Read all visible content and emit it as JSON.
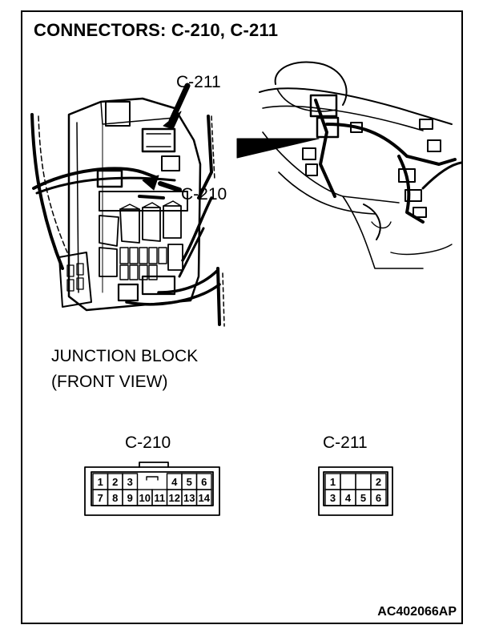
{
  "title": "CONNECTORS: C-210, C-211",
  "callouts": {
    "c211": "C-211",
    "c210": "C-210"
  },
  "caption": {
    "line1": "JUNCTION BLOCK",
    "line2": "(FRONT VIEW)"
  },
  "connectors": {
    "c210": {
      "label": "C-210",
      "top_row": [
        "1",
        "2",
        "3",
        "",
        "",
        "4",
        "5",
        "6"
      ],
      "bottom_row": [
        "7",
        "8",
        "9",
        "10",
        "11",
        "12",
        "13",
        "14"
      ]
    },
    "c211": {
      "label": "C-211",
      "top_row": [
        "1",
        "",
        "",
        "2"
      ],
      "bottom_row": [
        "3",
        "4",
        "5",
        "6"
      ]
    }
  },
  "figure_code": "AC402066AP"
}
